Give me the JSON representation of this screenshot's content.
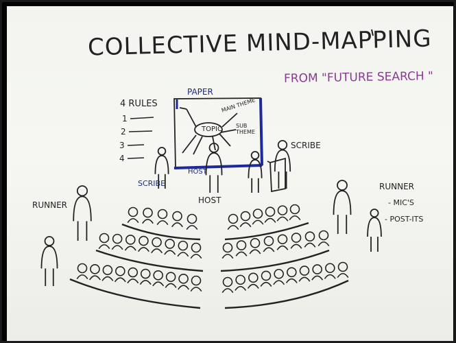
{
  "title": "COLLECTIVE MIND-MAPPING",
  "subtitle": "FROM \"FUTURE SEARCH \"",
  "labels": {
    "paper": "PAPER",
    "rules": "4 RULES",
    "rule_numbers": [
      "1",
      "2",
      "3",
      "4"
    ],
    "main_theme": "MAIN THEME",
    "topic": "TOPIC",
    "sub_theme": "SUB THEME",
    "scribe_left": "SCRIBE",
    "scribe_right": "SCRIBE",
    "host_board": "HOST",
    "host": "HOST",
    "runner_left": "RUNNER",
    "runner_right": "RUNNER",
    "runner_right_items": [
      "- MIC'S",
      "- POST-ITS"
    ]
  },
  "colors": {
    "ink": "#222222",
    "blue": "#1f2a9a",
    "purple": "#8a3a93"
  }
}
